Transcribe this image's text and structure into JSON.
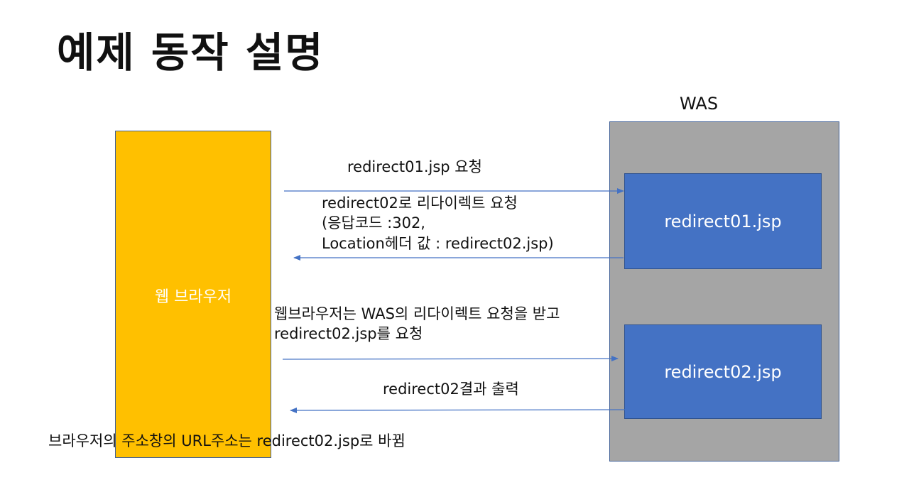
{
  "slide": {
    "title": "예제 동작 설명"
  },
  "was": {
    "label": "WAS",
    "box1_label": "redirect01.jsp",
    "box2_label": "redirect02.jsp"
  },
  "browser": {
    "label": "웹 브라우저"
  },
  "messages": {
    "request1": "redirect01.jsp 요청",
    "redirect_line1": "redirect02로 리다이렉트 요청",
    "redirect_line2": "(응답코드 :302,",
    "redirect_line3": "Location헤더 값 : redirect02.jsp)",
    "request2_line1": "웹브라우저는 WAS의 리다이렉트 요청을 받고",
    "request2_line2": "redirect02.jsp를 요청",
    "result": "redirect02결과 출력",
    "url_note": "브라우저의 주소창의 URL주소는 redirect02.jsp로 바뀜"
  },
  "colors": {
    "browser_fill": "#ffc000",
    "was_fill": "#a5a5a5",
    "jsp_fill": "#4472c4",
    "arrow": "#4472c4"
  }
}
